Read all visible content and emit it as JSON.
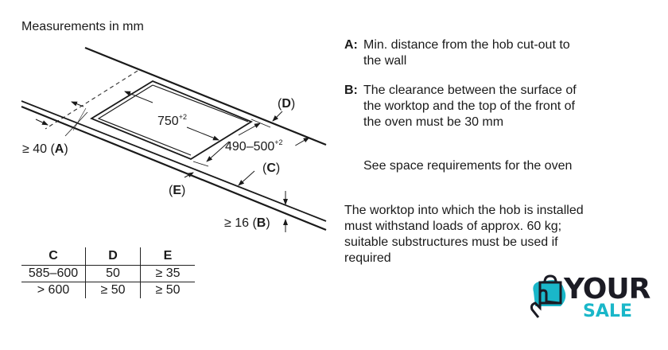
{
  "title": "Measurements in mm",
  "diagram": {
    "dim_length": "750",
    "dim_length_tol": "+2",
    "dim_depth": "490–500",
    "dim_depth_tol": "+2",
    "label_A_prefix": "≥ 40 (",
    "label_A": "A",
    "label_B_prefix": "≥ 16 (",
    "label_B": "B",
    "label_C": "C",
    "label_D": "D",
    "label_E": "E",
    "paren_open": "(",
    "paren_close": ")"
  },
  "notes": {
    "a_key": "A:",
    "a_text_1": "Min. distance from the hob cut-out to",
    "a_text_2": "the wall",
    "b_key": "B:",
    "b_text_1": "The clearance between the surface of",
    "b_text_2": "the worktop and the top of the front of",
    "b_text_3": "the oven must be 30 mm",
    "space_req": "See space requirements for the oven",
    "load_1": "The worktop into which the hob is installed",
    "load_2": "must withstand loads of approx. 60 kg;",
    "load_3": "suitable substructures must be used if",
    "load_4": "required"
  },
  "table": {
    "headers": [
      "C",
      "D",
      "E"
    ],
    "rows": [
      [
        "585–600",
        "50",
        "≥ 35"
      ],
      [
        "> 600",
        "≥ 50",
        "≥ 50"
      ]
    ]
  },
  "logo": {
    "line1": "YOUR",
    "line2": "SALE",
    "accent": "#1ab7c9",
    "dark": "#1b1b24"
  }
}
